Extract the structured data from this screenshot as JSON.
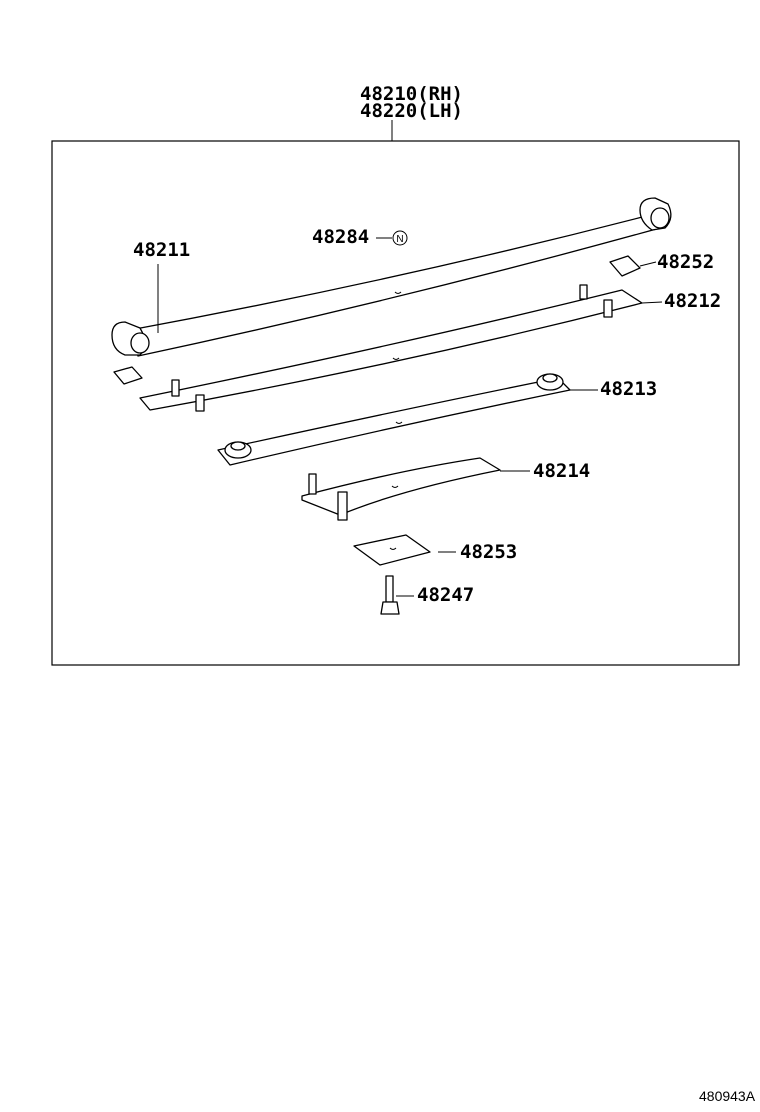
{
  "assembly": {
    "line1": "48210(RH)",
    "line2": "48220(LH)"
  },
  "parts": [
    {
      "number": "48211"
    },
    {
      "number": "48284",
      "symbol": "N"
    },
    {
      "number": "48252"
    },
    {
      "number": "48212"
    },
    {
      "number": "48213"
    },
    {
      "number": "48214"
    },
    {
      "number": "48253"
    },
    {
      "number": "48247"
    }
  ],
  "diagram_code": "480943A"
}
